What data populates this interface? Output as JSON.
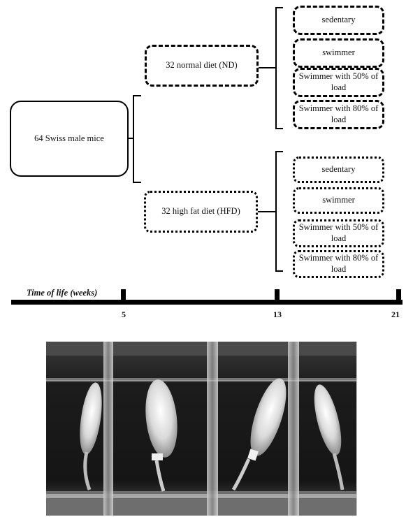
{
  "root": {
    "label": "64 Swiss male mice"
  },
  "groups": [
    {
      "label": "32 normal diet (ND)",
      "subgroups": [
        "sedentary",
        "swimmer",
        "Swimmer with 50% of load",
        "Swimmer with 80% of load"
      ]
    },
    {
      "label": "32 high fat diet (HFD)",
      "subgroups": [
        "sedentary",
        "swimmer",
        "Swimmer with 50% of load",
        "Swimmer with 80% of load"
      ]
    }
  ],
  "timeline": {
    "title": "Time of life (weeks)",
    "ticks": [
      "5",
      "13",
      "21"
    ]
  },
  "colors": {
    "ink": "#000000",
    "background": "#ffffff",
    "photo_dark": "#1a1a1a"
  }
}
